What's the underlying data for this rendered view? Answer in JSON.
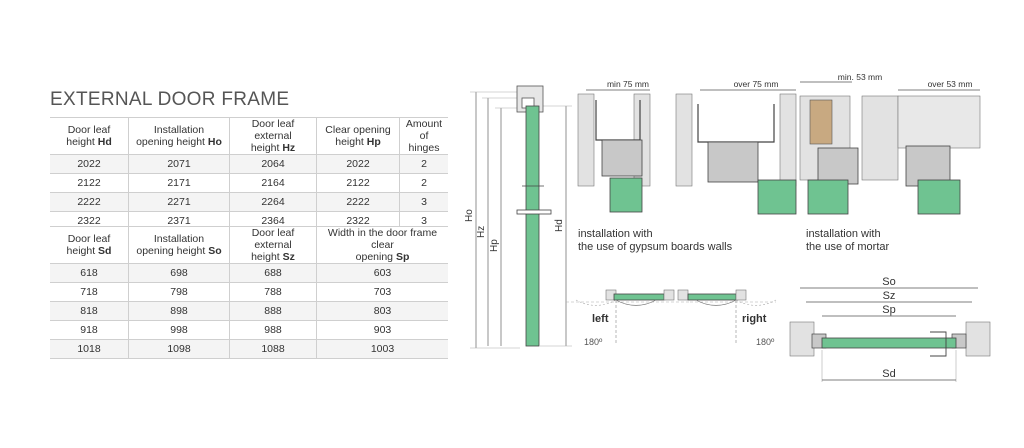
{
  "title": "EXTERNAL DOOR FRAME",
  "table1": {
    "headers": [
      {
        "pre": "Door leaf",
        "mid": "height ",
        "bold": "Hd"
      },
      {
        "pre": "Installation",
        "mid": "opening height ",
        "bold": "Ho"
      },
      {
        "pre": "Door leaf external",
        "mid": "height ",
        "bold": "Hz"
      },
      {
        "pre": "Clear opening",
        "mid": "height ",
        "bold": "Hp"
      },
      {
        "pre": "Amount of",
        "mid": "hinges",
        "bold": ""
      }
    ],
    "rows": [
      [
        "2022",
        "2071",
        "2064",
        "2022",
        "2"
      ],
      [
        "2122",
        "2171",
        "2164",
        "2122",
        "2"
      ],
      [
        "2222",
        "2271",
        "2264",
        "2222",
        "3"
      ],
      [
        "2322",
        "2371",
        "2364",
        "2322",
        "3"
      ]
    ]
  },
  "table2": {
    "headers": [
      {
        "pre": "Door leaf",
        "mid": "height ",
        "bold": "Sd"
      },
      {
        "pre": "Installation",
        "mid": "opening height ",
        "bold": "So"
      },
      {
        "pre": "Door leaf external",
        "mid": "height ",
        "bold": "Sz"
      },
      {
        "pre": "Width in the door frame clear",
        "mid": "opening ",
        "bold": "Sp"
      }
    ],
    "rows": [
      [
        "618",
        "698",
        "688",
        "603"
      ],
      [
        "718",
        "798",
        "788",
        "703"
      ],
      [
        "818",
        "898",
        "888",
        "803"
      ],
      [
        "918",
        "998",
        "988",
        "903"
      ],
      [
        "1018",
        "1098",
        "1088",
        "1003"
      ]
    ]
  },
  "section_labels": {
    "ho": "Ho",
    "hz": "Hz",
    "hp": "Hp",
    "hd": "Hd"
  },
  "detail_labels": {
    "min75": "min 75 mm",
    "over75": "over 75 mm",
    "min53": "min. 53 mm",
    "over53": "over 53 mm"
  },
  "captions": {
    "gypsum_line1": "installation with",
    "gypsum_line2": "the use of gypsum boards walls",
    "mortar_line1": "installation with",
    "mortar_line2": "the use of mortar"
  },
  "swing_labels": {
    "left": "left",
    "right": "right",
    "angle_left": "180º",
    "angle_right": "180º"
  },
  "plan_labels": {
    "so": "So",
    "sz": "Sz",
    "sp": "Sp",
    "sd": "Sd"
  },
  "colors": {
    "leaf_green": "#6fc391",
    "frame_gray": "#c8c8c8",
    "wall_gray": "#e2e2e2",
    "line": "#555555"
  }
}
